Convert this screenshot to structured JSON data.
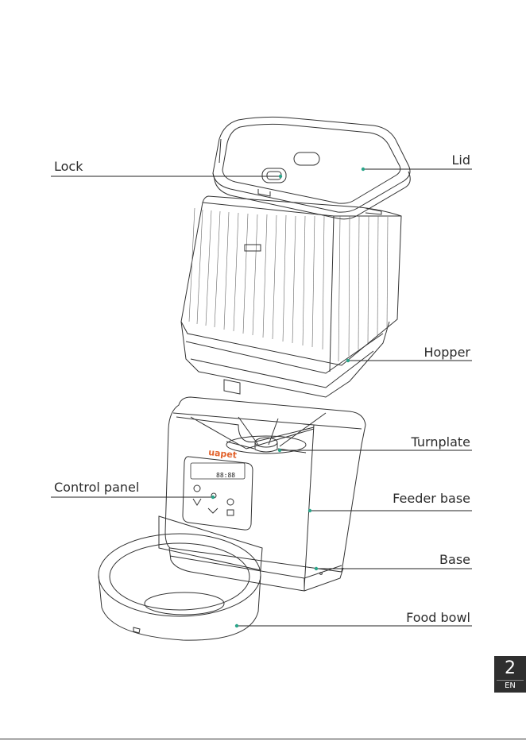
{
  "labels": {
    "lock": "Lock",
    "lid": "Lid",
    "hopper": "Hopper",
    "turnplate": "Turnplate",
    "control_panel": "Control panel",
    "feeder_base": "Feeder base",
    "base": "Base",
    "food_bowl": "Food bowl"
  },
  "brand": "uapet",
  "display_text": "88:88",
  "page": {
    "number": "2",
    "lang": "EN"
  },
  "colors": {
    "leader_dot": "#2aa58a",
    "brand": "#e2622b",
    "line": "#333333",
    "page_tab": "#2f2f2f"
  }
}
